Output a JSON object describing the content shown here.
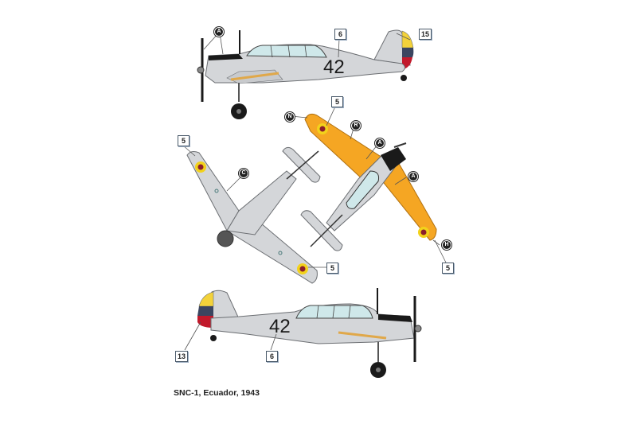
{
  "caption": "SNC-1, Ecuador, 1943",
  "colors": {
    "background": "#ffffff",
    "fuselage_gray": "#d4d6d9",
    "fuselage_outline": "#6b6e72",
    "wing_yellow": "#f5a623",
    "canopy_glass": "#cfe8ea",
    "roundel_yellow": "#f2d21b",
    "roundel_red": "#8b1e2b",
    "rudder_yellow": "#f3d23a",
    "rudder_blue": "#3b4560",
    "rudder_red": "#c2192b",
    "anti_glare_black": "#1a1a1a",
    "callout_border": "#4a5a6a"
  },
  "views": {
    "left_profile": {
      "code_number": "42",
      "callouts": [
        {
          "type": "circle",
          "label": "A"
        },
        {
          "type": "box",
          "label": "6"
        },
        {
          "type": "box",
          "label": "15"
        }
      ]
    },
    "underside": {
      "callouts": [
        {
          "type": "box",
          "label": "5"
        },
        {
          "type": "circle",
          "label": "C"
        },
        {
          "type": "box",
          "label": "5"
        }
      ]
    },
    "top_view": {
      "callouts": [
        {
          "type": "circle",
          "label": "N"
        },
        {
          "type": "box",
          "label": "5"
        },
        {
          "type": "circle",
          "label": "R"
        },
        {
          "type": "circle",
          "label": "A"
        },
        {
          "type": "circle",
          "label": "A"
        },
        {
          "type": "circle",
          "label": "H"
        },
        {
          "type": "box",
          "label": "5"
        }
      ]
    },
    "right_profile": {
      "code_number": "42",
      "callouts": [
        {
          "type": "box",
          "label": "13"
        },
        {
          "type": "box",
          "label": "6"
        }
      ]
    }
  }
}
